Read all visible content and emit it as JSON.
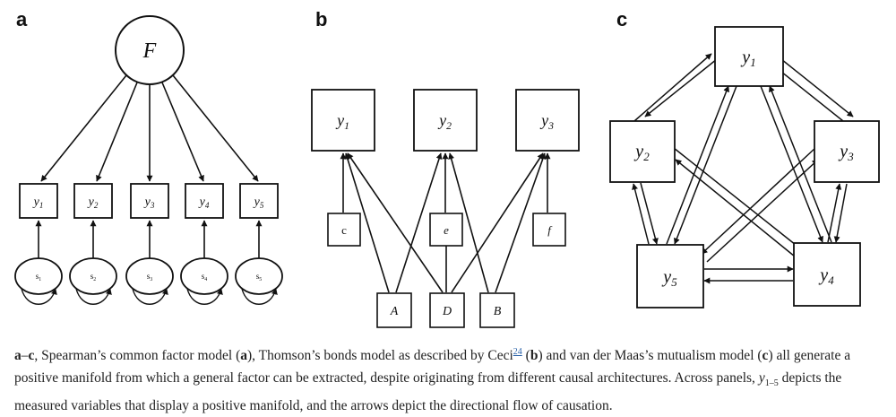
{
  "panels": {
    "a": {
      "letter": "a",
      "factor_label": "F",
      "observed": [
        "y1",
        "y2",
        "y3",
        "y4",
        "y5"
      ],
      "errors": [
        "s1",
        "s2",
        "s3",
        "s4",
        "s5"
      ]
    },
    "b": {
      "letter": "b",
      "observed": [
        "y1",
        "y2",
        "y3"
      ],
      "specific": [
        "c",
        "e",
        "f"
      ],
      "bonds": [
        "A",
        "D",
        "B"
      ]
    },
    "c": {
      "letter": "c",
      "observed": [
        "y1",
        "y2",
        "y3",
        "y4",
        "y5"
      ]
    }
  },
  "caption": {
    "p1_bold": "a",
    "p2": "–",
    "p3_bold": "c",
    "p4": ", Spearman’s common factor model (",
    "p5_bold": "a",
    "p6": "), Thomson’s bonds model as described by Ceci",
    "ref": "24",
    "p7": " (",
    "p8_bold": "b",
    "p9": ") and van der Maas’s mutualism model (",
    "p10_bold": "c",
    "p11": ") all generate a positive manifold from which a general factor can be extracted, despite originating from different causal architectures. Across panels, ",
    "p12_var": "y",
    "p13_sub": "1–5",
    "p14": " depicts the measured variables that display a positive manifold, and the arrows depict the directional flow of causation."
  }
}
